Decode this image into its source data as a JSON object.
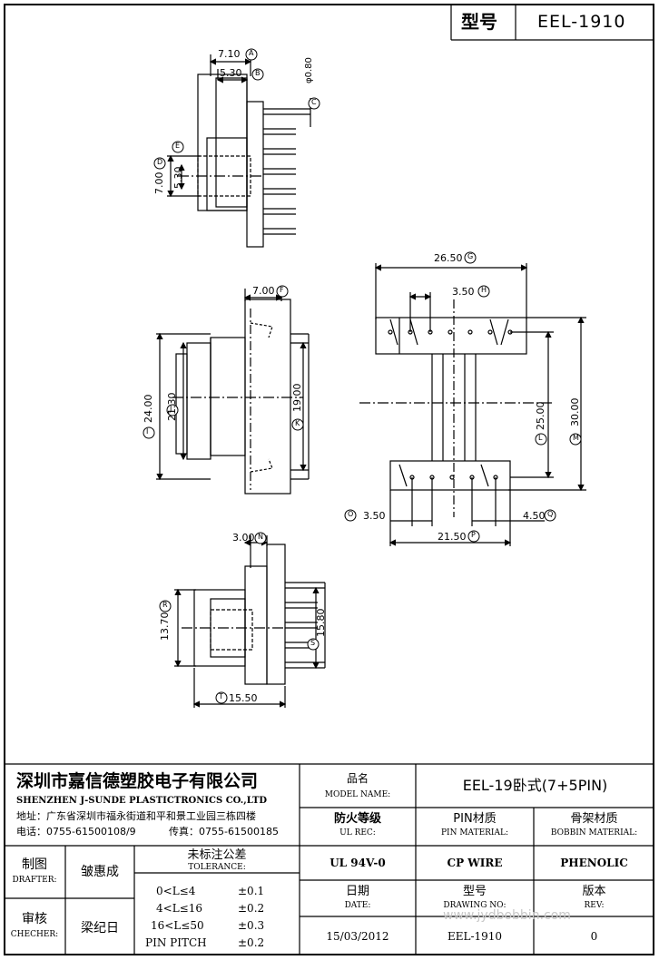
{
  "header": {
    "type_label": "型号",
    "model": "EEL-1910"
  },
  "dimensions": {
    "a": "7.10",
    "a_tag": "A",
    "b": "5.30",
    "b_tag": "B",
    "c": "φ0.80",
    "c_tag": "C",
    "d": "7.00",
    "d_tag": "D",
    "e": "5.30",
    "e_tag": "E",
    "f": "7.00",
    "f_tag": "F",
    "g": "26.50",
    "g_tag": "G",
    "h": "3.50",
    "h_tag": "H",
    "i": "24.00",
    "i_tag": "I",
    "j": "21.30",
    "j_tag": "J",
    "k": "19.00",
    "k_tag": "K",
    "l": "25.00",
    "l_tag": "L",
    "m": "30.00",
    "m_tag": "M",
    "n": "3.00",
    "n_tag": "N",
    "o": "3.50",
    "o_tag": "O",
    "p": "21.50",
    "p_tag": "P",
    "q": "4.50",
    "q_tag": "Q",
    "r": "13.70",
    "r_tag": "R",
    "s": "15.80",
    "s_tag": "S",
    "t": "15.50",
    "t_tag": "T"
  },
  "title_block": {
    "company_cn": "深圳市嘉信德塑胶电子有限公司",
    "company_en": "SHENZHEN J-SUNDE PLASTICTRONICS CO.,LTD",
    "address": "地址：广东省深圳市福永街道和平和景工业园三栋四楼",
    "phone": "电话：0755-61500108/9",
    "fax": "传真：0755-61500185",
    "model_name_cn": "品名",
    "model_name_en": "MODEL NAME:",
    "model_name_value": "EEL-19卧式(7+5PIN)",
    "ul_cn": "防火等级",
    "ul_en": "UL REC:",
    "pin_mat_cn": "PIN材质",
    "pin_mat_en": "PIN MATERIAL:",
    "bobbin_mat_cn": "骨架材质",
    "bobbin_mat_en": "BOBBIN MATERIAL:",
    "ul_value": "UL 94V-0",
    "pin_value": "CP WIRE",
    "bobbin_value": "PHENOLIC",
    "drafter_cn": "制图",
    "drafter_en": "DRAFTER:",
    "drafter_name": "皱惠成",
    "checker_cn": "审核",
    "checker_en": "CHECHER:",
    "checker_name": "梁纪日",
    "tolerance_cn": "未标注公差",
    "tolerance_en": "TOLERANCE:",
    "tolerances": [
      {
        "range": "0<L≤4",
        "value": "±0.1"
      },
      {
        "range": "4<L≤16",
        "value": "±0.2"
      },
      {
        "range": "16<L≤50",
        "value": "±0.3"
      },
      {
        "range": "PIN PITCH",
        "value": "±0.2"
      }
    ],
    "date_cn": "日期",
    "date_en": "DATE:",
    "date_value": "15/03/2012",
    "drawing_no_cn": "型号",
    "drawing_no_en": "DRAWING NO:",
    "drawing_no_value": "EEL-1910",
    "rev_cn": "版本",
    "rev_en": "REV:",
    "rev_value": "0"
  },
  "watermark": "www.jydbobbin.com"
}
